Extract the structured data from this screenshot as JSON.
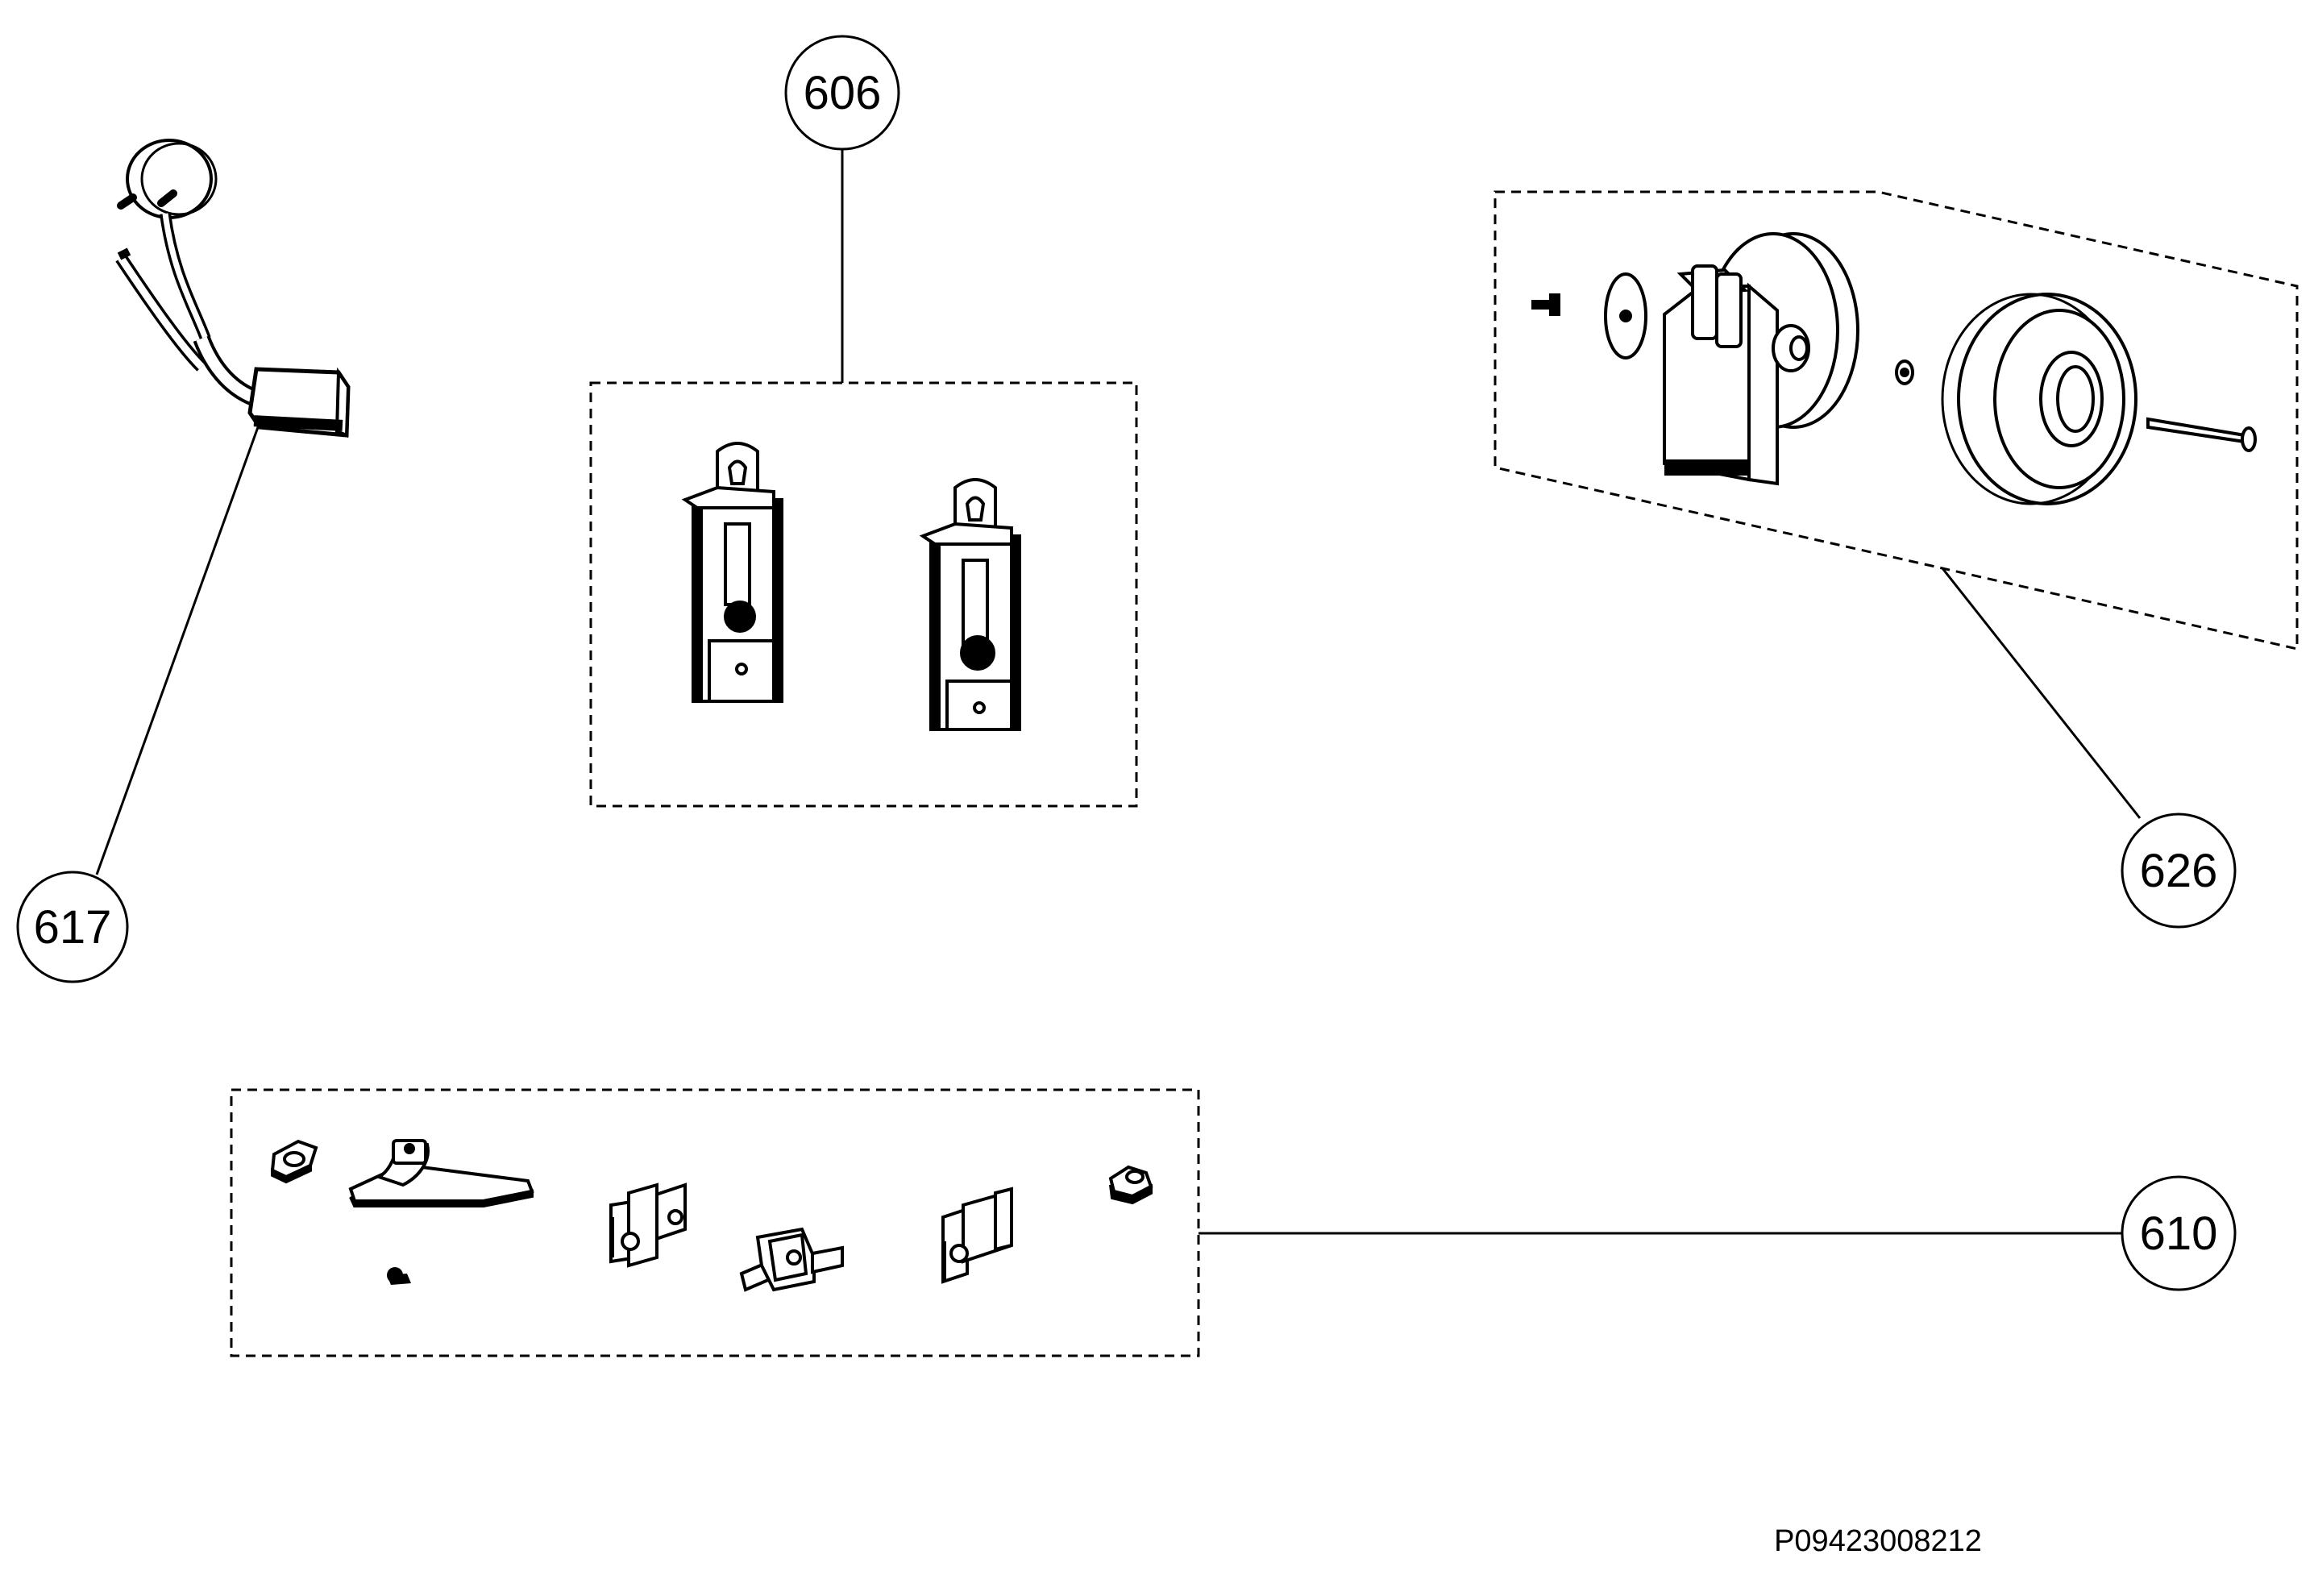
{
  "callouts": {
    "c606": "606",
    "c617": "617",
    "c626": "626",
    "c610": "610"
  },
  "drawing_code": "P09423008212",
  "colors": {
    "line": "#000000",
    "background": "#ffffff",
    "part_fill": "#ffffff"
  },
  "icons": [
    "power-cord-plug-icon",
    "door-hinge-bracket-icon",
    "wheel-caster-icon",
    "hinge-hardware-icon"
  ]
}
